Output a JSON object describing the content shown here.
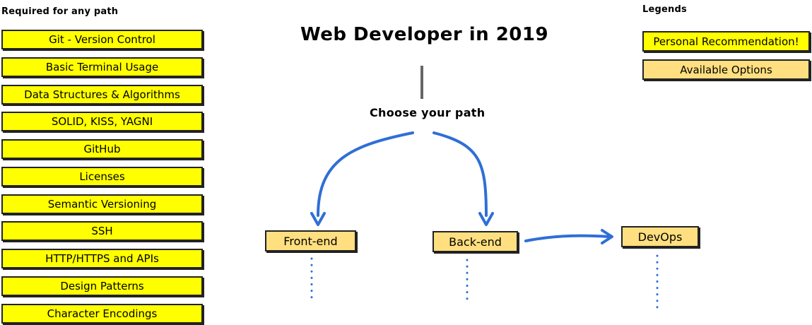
{
  "required": {
    "heading": "Required for any path",
    "items": [
      "Git - Version Control",
      "Basic Terminal Usage",
      "Data Structures & Algorithms",
      "SOLID, KISS, YAGNI",
      "GitHub",
      "Licenses",
      "Semantic Versioning",
      "SSH",
      "HTTP/HTTPS and APIs",
      "Design Patterns",
      "Character Encodings"
    ]
  },
  "title": "Web Developer in 2019",
  "subtitle": "Choose your path",
  "paths": {
    "frontend": "Front-end",
    "backend": "Back-end",
    "devops": "DevOps"
  },
  "legend": {
    "heading": "Legends",
    "recommendation": "Personal Recommendation!",
    "options": "Available Options"
  },
  "colors": {
    "recommendation": "#ffff00",
    "option": "#ffdf7f",
    "arrow": "#2f6fd6",
    "connector": "#666666"
  }
}
